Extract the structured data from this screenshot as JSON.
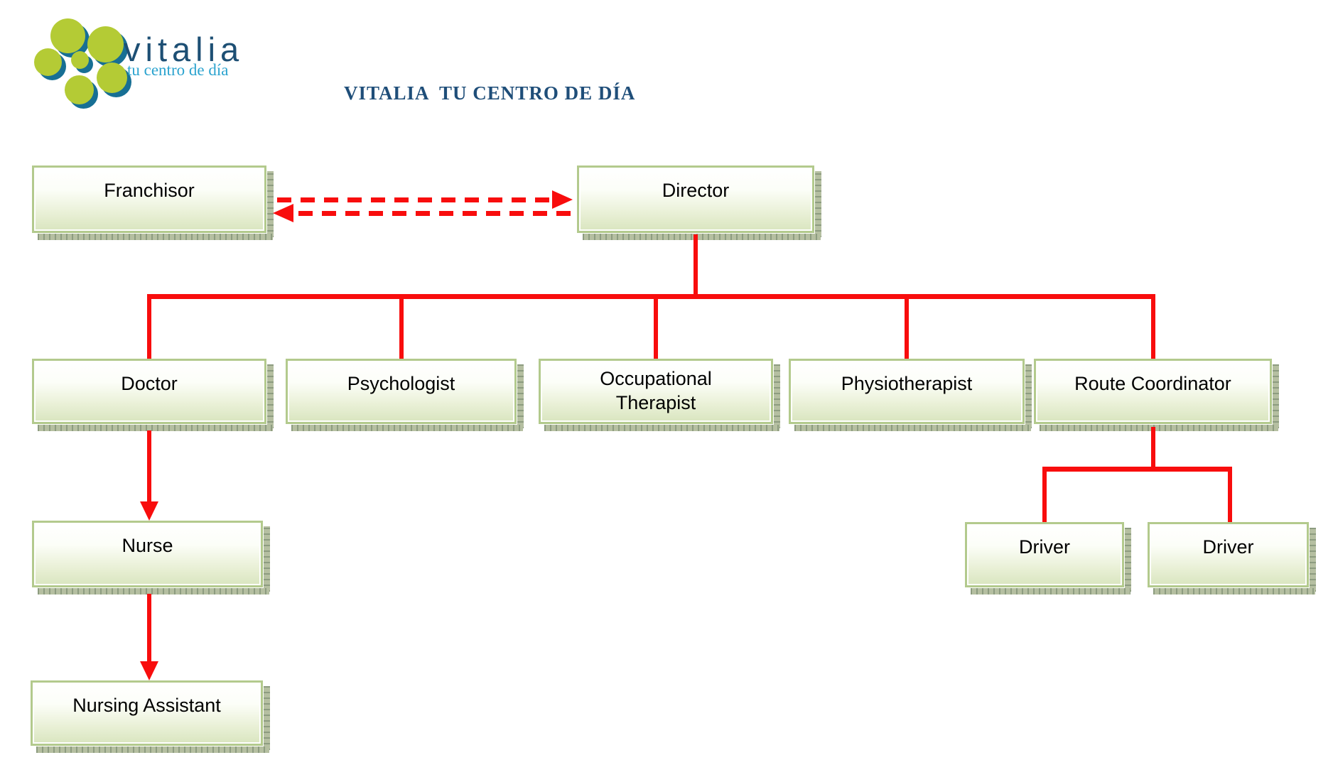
{
  "logo": {
    "brand": "vitalia",
    "tagline": "tu centro de día"
  },
  "title": "VITALIA  TU CENTRO DE DÍA",
  "colors": {
    "connector_red": "#f80d0d",
    "box_border_green": "#b3ca8d",
    "box_fill_top": "#ffffff",
    "box_fill_bottom": "#d9e5bf",
    "box_shadow": "#a3af93",
    "title_blue": "#1f4e79",
    "tagline_blue": "#2ba3cf",
    "logo_green": "#b4cb35",
    "logo_circle_shadow": "#176f94"
  },
  "nodes": [
    {
      "id": "franchisor",
      "label": "Franchisor"
    },
    {
      "id": "director",
      "label": "Director"
    },
    {
      "id": "doctor",
      "label": "Doctor"
    },
    {
      "id": "psychologist",
      "label": "Psychologist"
    },
    {
      "id": "occupational-therapist",
      "label": "Occupational Therapist"
    },
    {
      "id": "physiotherapist",
      "label": "Physiotherapist"
    },
    {
      "id": "route-coordinator",
      "label": "Route Coordinator"
    },
    {
      "id": "nurse",
      "label": "Nurse"
    },
    {
      "id": "nursing-assistant",
      "label": "Nursing Assistant"
    },
    {
      "id": "driver-1",
      "label": "Driver"
    },
    {
      "id": "driver-2",
      "label": "Driver"
    }
  ],
  "edges": [
    {
      "from": "franchisor",
      "to": "director",
      "style": "dashed-double-arrow",
      "color": "red"
    },
    {
      "from": "director",
      "to": "doctor",
      "style": "solid"
    },
    {
      "from": "director",
      "to": "psychologist",
      "style": "solid"
    },
    {
      "from": "director",
      "to": "occupational-therapist",
      "style": "solid"
    },
    {
      "from": "director",
      "to": "physiotherapist",
      "style": "solid"
    },
    {
      "from": "director",
      "to": "route-coordinator",
      "style": "solid"
    },
    {
      "from": "doctor",
      "to": "nurse",
      "style": "solid-arrow-down"
    },
    {
      "from": "nurse",
      "to": "nursing-assistant",
      "style": "solid-arrow-down"
    },
    {
      "from": "route-coordinator",
      "to": "driver-1",
      "style": "solid"
    },
    {
      "from": "route-coordinator",
      "to": "driver-2",
      "style": "solid"
    }
  ]
}
